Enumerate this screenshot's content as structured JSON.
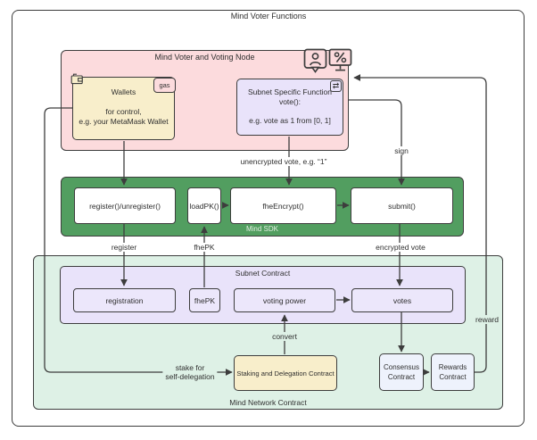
{
  "title": "Mind Voter Functions",
  "voter_node": {
    "title": "Mind Voter and Voting Node",
    "wallets": {
      "title": "Wallets",
      "desc1": "for control,",
      "desc2": "e.g. your MetaMask Wallet",
      "badge": "gas"
    },
    "subnet_function": {
      "title": "Subnet Specific Function",
      "subtitle": "vote():",
      "desc": "e.g. vote as 1 from [0, 1]",
      "corner_glyph": "⇄"
    }
  },
  "sdk": {
    "title": "Mind SDK",
    "register": "register()/unregister()",
    "loadpk": "loadPK()",
    "fheencrypt": "fheEncrypt()",
    "submit": "submit()"
  },
  "network": {
    "title": "Mind Network Contract",
    "subnet_contract": {
      "title": "Subnet Contract",
      "registration": "registration",
      "fhepk": "fhePK",
      "voting_power": "voting power",
      "votes": "votes"
    },
    "staking": "Staking and Delegation Contract",
    "consensus_line1": "Consensus",
    "consensus_line2": "Contract",
    "rewards_line1": "Rewards",
    "rewards_line2": "Contract"
  },
  "edges": {
    "unencrypted": "unencrypted vote, e.g. “1”",
    "sign": "sign",
    "register": "register",
    "fhepk": "fhePK",
    "encrypted": "encrypted vote",
    "convert": "convert",
    "stake_line1": "stake for",
    "stake_line2": "self-delegation",
    "reward": "reward"
  },
  "icons": {
    "wallets_corner": "wallet-icon",
    "subnet_function_corner": "swap-arrows-icon",
    "voter_node_icon_1": "user-message-icon",
    "voter_node_icon_2": "percent-display-icon"
  },
  "colors": {
    "pink": "#fcdbdd",
    "cream": "#f8eecb",
    "lavender": "#e9e3fa",
    "green": "#529e60",
    "light_green": "#def1e6",
    "pale_blue": "#eef2fc",
    "line": "#3d3d3d"
  }
}
